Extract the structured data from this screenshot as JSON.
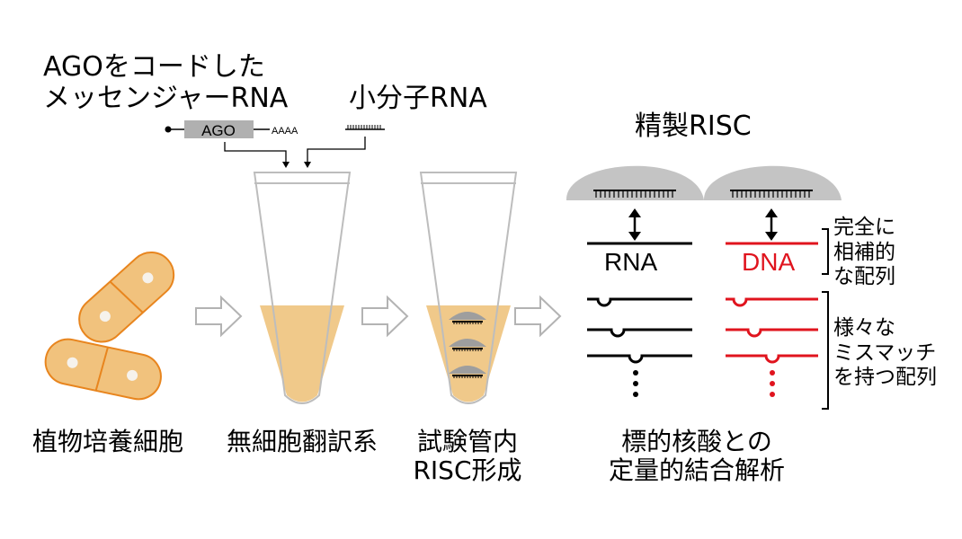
{
  "mrna_label_line1": "AGOをコードした",
  "mrna_label_line2": "メッセンジャーRNA",
  "smallrna_label": "小分子RNA",
  "ago_box_label": "AGO",
  "polya_label": "AAAA",
  "purified_label": "精製RISC",
  "target_rna_label": "RNA",
  "target_dna_label": "DNA",
  "complementary_label": [
    "完全に",
    "相補的",
    "な配列"
  ],
  "mismatch_label": [
    "様々な",
    "ミスマッチ",
    "を持つ配列"
  ],
  "steps": [
    {
      "line1": "植物培養細胞",
      "line2": ""
    },
    {
      "line1": "無細胞翻訳系",
      "line2": ""
    },
    {
      "line1": "試験管内",
      "line2": "RISC形成"
    },
    {
      "line1": "標的核酸との",
      "line2": "定量的結合解析"
    }
  ],
  "colors": {
    "cell_fill": "#f1c27d",
    "cell_stroke": "#e8851e",
    "lysate": "#f0c98a",
    "tube_outline": "#bdbdbd",
    "arrow_outline": "#b3b3b3",
    "risc_gray": "#c4c4c4",
    "ago_box": "#b0b0b0",
    "rna_line": "#000000",
    "dna_line": "#e0141e"
  }
}
